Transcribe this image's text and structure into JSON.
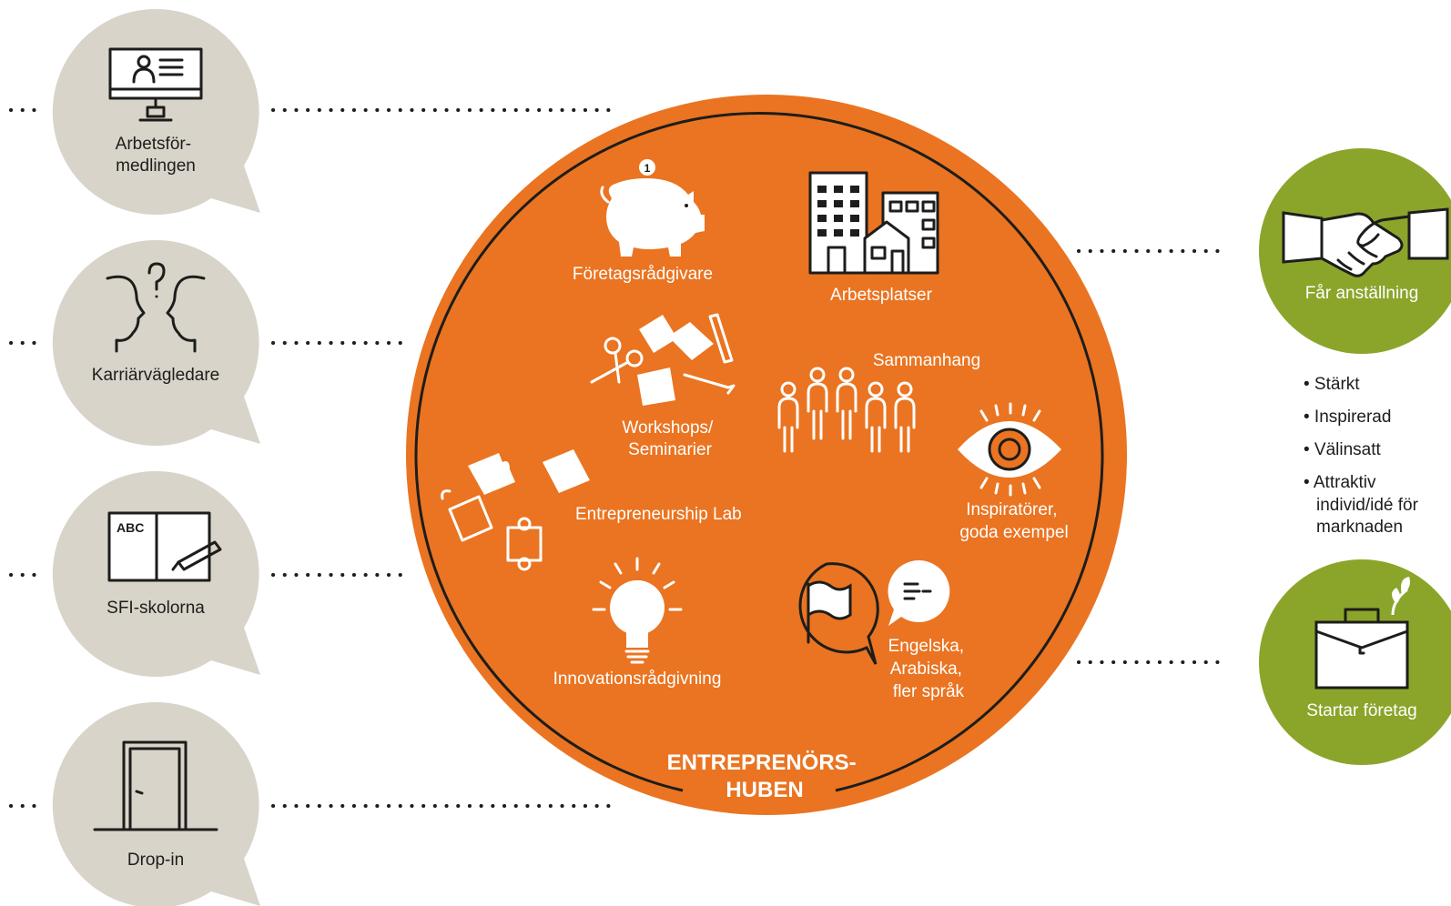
{
  "colors": {
    "orange": "#ea7421",
    "olive": "#8aa52a",
    "beige": "#d9d4ca",
    "ink": "#1d1d1b"
  },
  "left_items": [
    {
      "lines": [
        "Arbetsför-",
        "medlingen"
      ],
      "icon": "computer-monitor-icon"
    },
    {
      "lines": [
        "Karriärvägledare"
      ],
      "icon": "two-faces-question-icon"
    },
    {
      "lines": [
        "SFI-skolorna"
      ],
      "icon": "abc-book-pencil-icon",
      "icon_text": "ABC"
    },
    {
      "lines": [
        "Drop-in"
      ],
      "icon": "door-icon"
    }
  ],
  "hub": {
    "title_lines": [
      "ENTREPRENÖRS-",
      "HUBEN"
    ],
    "items": [
      {
        "lines": [
          "Företagsrådgivare"
        ],
        "icon": "piggy-bank-icon"
      },
      {
        "lines": [
          "Arbetsplatser"
        ],
        "icon": "buildings-icon"
      },
      {
        "lines": [
          "Workshops/",
          "Seminarier"
        ],
        "icon": "scissors-papers-pencil-icon"
      },
      {
        "lines": [
          "Sammanhang"
        ],
        "icon": "group-of-people-icon"
      },
      {
        "lines": [
          "Entrepreneurship Lab"
        ],
        "icon": "puzzle-pieces-icon"
      },
      {
        "lines": [
          "Inspiratörer,",
          "goda exempel"
        ],
        "icon": "eye-icon"
      },
      {
        "lines": [
          "Innovationsrådgivning"
        ],
        "icon": "light-bulb-icon"
      },
      {
        "lines": [
          "Engelska,",
          "Arabiska,",
          "fler språk"
        ],
        "icon": "speech-bubbles-flag-icon"
      }
    ]
  },
  "outcomes": [
    {
      "label": "Får anställning",
      "icon": "handshake-icon"
    },
    {
      "label": "Startar företag",
      "icon": "briefcase-sprout-icon"
    }
  ],
  "bullets": [
    {
      "lines": [
        "• Stärkt"
      ]
    },
    {
      "lines": [
        "• Inspirerad"
      ]
    },
    {
      "lines": [
        "• Välinsatt"
      ]
    },
    {
      "lines": [
        "• Attraktiv",
        "individ/idé för",
        "marknaden"
      ]
    }
  ]
}
